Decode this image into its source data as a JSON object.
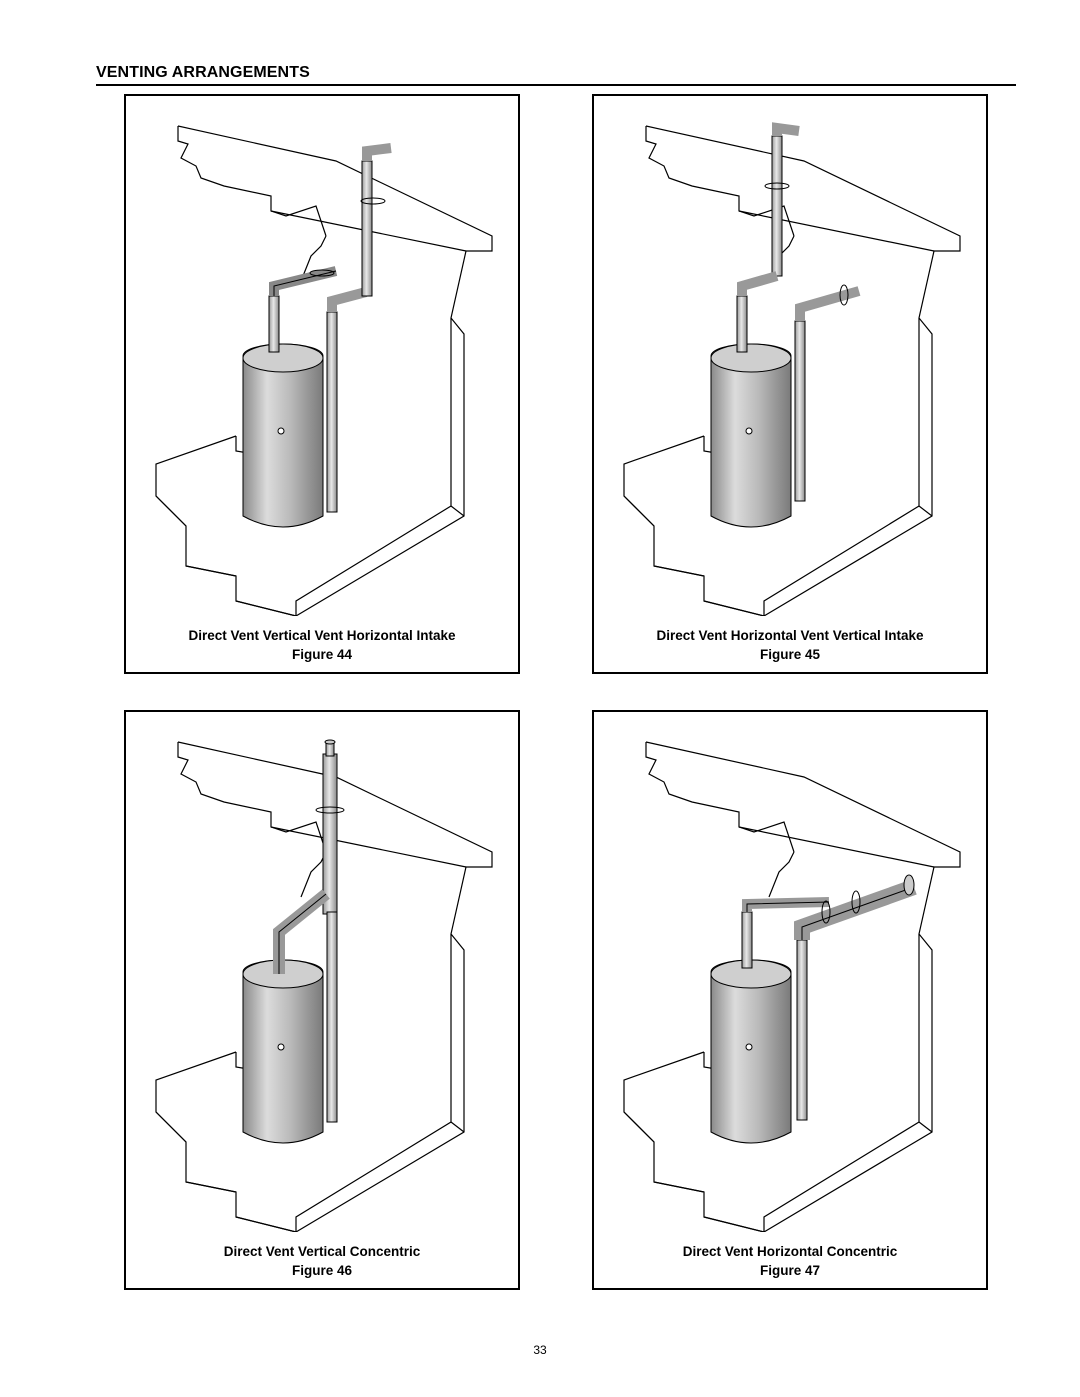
{
  "page": {
    "section_title": "VENTING ARRANGEMENTS",
    "page_number": "33"
  },
  "figures": [
    {
      "caption": "Direct Vent Vertical Vent Horizontal Intake",
      "label": "Figure 44"
    },
    {
      "caption": "Direct Vent Horizontal Vent Vertical Intake",
      "label": "Figure 45"
    },
    {
      "caption": "Direct Vent Vertical Concentric",
      "label": "Figure 46"
    },
    {
      "caption": "Direct Vent Horizontal Concentric",
      "label": "Figure 47"
    }
  ],
  "colors": {
    "line": "#000000",
    "heater_light": "#e6e6e6",
    "heater_dark": "#8c8c8c",
    "pipe": "#d0d0d0"
  }
}
